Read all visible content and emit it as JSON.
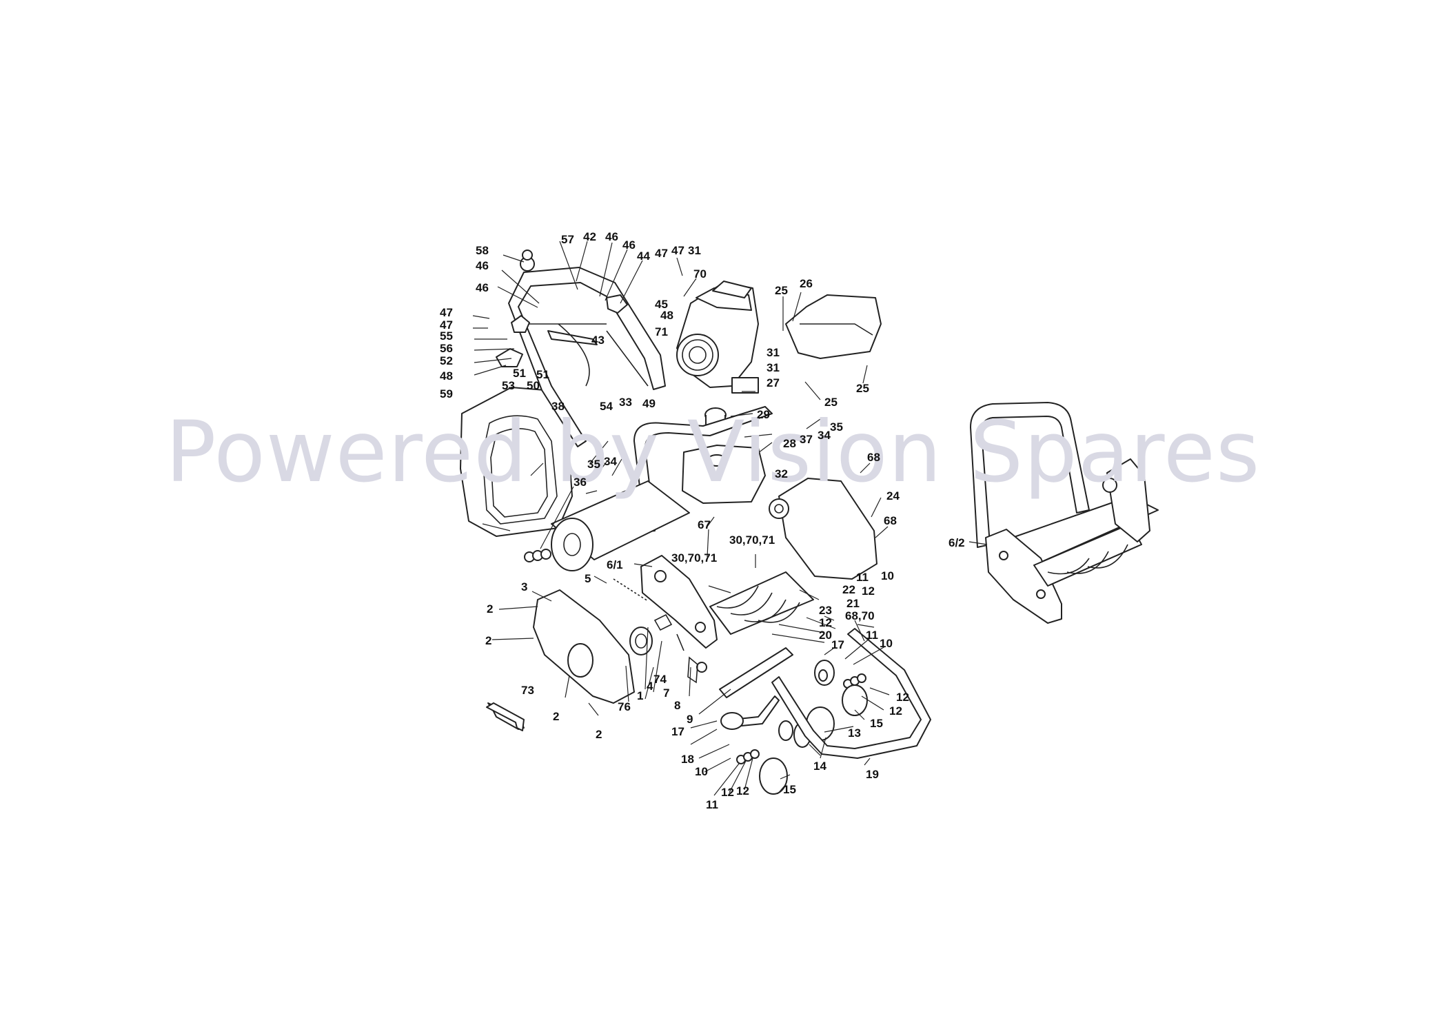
{
  "watermark": "Powered by Vision Spares",
  "callouts": [
    {
      "text": "58"
    },
    {
      "text": "57"
    },
    {
      "text": "42"
    },
    {
      "text": "46"
    },
    {
      "text": "46"
    },
    {
      "text": "44"
    },
    {
      "text": "47"
    },
    {
      "text": "47"
    },
    {
      "text": "31"
    },
    {
      "text": "46"
    },
    {
      "text": "46"
    },
    {
      "text": "70"
    },
    {
      "text": "25"
    },
    {
      "text": "26"
    },
    {
      "text": "47"
    },
    {
      "text": "47"
    },
    {
      "text": "55"
    },
    {
      "text": "56"
    },
    {
      "text": "52"
    },
    {
      "text": "48"
    },
    {
      "text": "51"
    },
    {
      "text": "51"
    },
    {
      "text": "53"
    },
    {
      "text": "50"
    },
    {
      "text": "45"
    },
    {
      "text": "48"
    },
    {
      "text": "71"
    },
    {
      "text": "43"
    },
    {
      "text": "31"
    },
    {
      "text": "31"
    },
    {
      "text": "27"
    },
    {
      "text": "25"
    },
    {
      "text": "25"
    },
    {
      "text": "59"
    },
    {
      "text": "38"
    },
    {
      "text": "54"
    },
    {
      "text": "49"
    },
    {
      "text": "33"
    },
    {
      "text": "29"
    },
    {
      "text": "35"
    },
    {
      "text": "37"
    },
    {
      "text": "34"
    },
    {
      "text": "28"
    },
    {
      "text": "35"
    },
    {
      "text": "34"
    },
    {
      "text": "68"
    },
    {
      "text": "36"
    },
    {
      "text": "32"
    },
    {
      "text": "24"
    },
    {
      "text": "67"
    },
    {
      "text": "68"
    },
    {
      "text": "30,70,71"
    },
    {
      "text": "6/1"
    },
    {
      "text": "30,70,71"
    },
    {
      "text": "10"
    },
    {
      "text": "11"
    },
    {
      "text": "22"
    },
    {
      "text": "12"
    },
    {
      "text": "5"
    },
    {
      "text": "21"
    },
    {
      "text": "3"
    },
    {
      "text": "23"
    },
    {
      "text": "68,70"
    },
    {
      "text": "2"
    },
    {
      "text": "12"
    },
    {
      "text": "20"
    },
    {
      "text": "17"
    },
    {
      "text": "11"
    },
    {
      "text": "10"
    },
    {
      "text": "2"
    },
    {
      "text": "74"
    },
    {
      "text": "1"
    },
    {
      "text": "4"
    },
    {
      "text": "7"
    },
    {
      "text": "8"
    },
    {
      "text": "73"
    },
    {
      "text": "76"
    },
    {
      "text": "9"
    },
    {
      "text": "12"
    },
    {
      "text": "12"
    },
    {
      "text": "2"
    },
    {
      "text": "15"
    },
    {
      "text": "17"
    },
    {
      "text": "13"
    },
    {
      "text": "2"
    },
    {
      "text": "18"
    },
    {
      "text": "14"
    },
    {
      "text": "10"
    },
    {
      "text": "19"
    },
    {
      "text": "12"
    },
    {
      "text": "15"
    },
    {
      "text": "12"
    },
    {
      "text": "11"
    },
    {
      "text": "6/2"
    }
  ]
}
